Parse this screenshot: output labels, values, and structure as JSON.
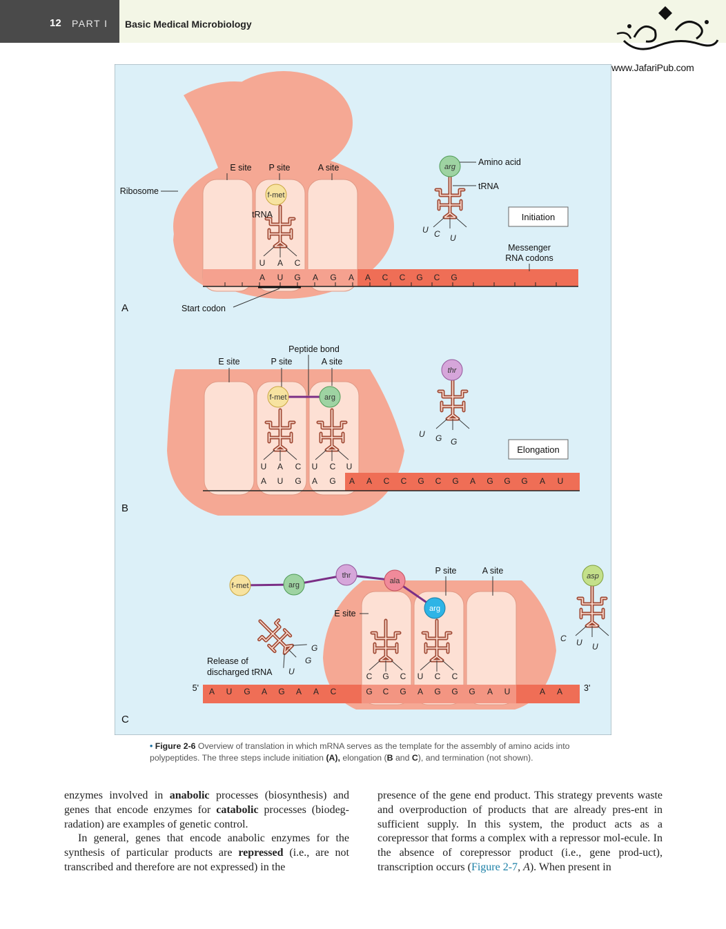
{
  "header": {
    "page_number": "12",
    "part": "PART I",
    "book_title": "Basic Medical Microbiology",
    "watermark_url": "www.JafariPub.com"
  },
  "figure": {
    "panel_a": {
      "letter": "A",
      "sites": [
        "E site",
        "P site",
        "A site"
      ],
      "ribosome_label": "Ribosome",
      "trna_label": "tRNA",
      "amino_acid_label": "Amino acid",
      "trna2_label": "tRNA",
      "step_label": "Initiation",
      "mrna_label": [
        "Messenger",
        "RNA codons"
      ],
      "start_codon_label": "Start codon",
      "p_site_aa": "f-met",
      "incoming_aa": "arg",
      "anticodon": [
        "U",
        "A",
        "C"
      ],
      "incoming_anticodon": [
        "U",
        "C",
        "U"
      ],
      "codons_in_ribosome": [
        "A",
        "U",
        "G"
      ],
      "codons_outside": [
        "A",
        "G",
        "A",
        "A",
        "C",
        "C",
        "G",
        "C",
        "G"
      ]
    },
    "panel_b": {
      "letter": "B",
      "sites": [
        "E site",
        "P site",
        "A site"
      ],
      "peptide_bond_label": "Peptide bond",
      "step_label": "Elongation",
      "p_site_aa": "f-met",
      "a_site_aa": "arg",
      "incoming_aa": "thr",
      "p_anticodon": [
        "U",
        "A",
        "C"
      ],
      "a_anticodon": [
        "U",
        "C",
        "U"
      ],
      "incoming_anticodon": [
        "U",
        "G",
        "G"
      ],
      "codons_in_ribosome": [
        "A",
        "U",
        "G",
        "A",
        "G"
      ],
      "codons_outside": [
        "A",
        "A",
        "C",
        "C",
        "G",
        "C",
        "G",
        "A",
        "G",
        "G",
        "G",
        "A",
        "U"
      ]
    },
    "panel_c": {
      "letter": "C",
      "sites": [
        "E site",
        "P site",
        "A site"
      ],
      "chain": [
        "f-met",
        "arg",
        "thr",
        "ala",
        "arg"
      ],
      "incoming_aa": "asp",
      "incoming_anticodon": [
        "C",
        "U",
        "U"
      ],
      "release_label": [
        "Release of",
        "discharged tRNA"
      ],
      "released_anticodon": [
        "G",
        "G",
        "U"
      ],
      "e_anticodon": [
        "C",
        "G",
        "C"
      ],
      "p_anticodon": [
        "U",
        "C",
        "C"
      ],
      "five_prime": "5'",
      "three_prime": "3'",
      "codons_left": [
        "A",
        "U",
        "G",
        "A",
        "G",
        "A",
        "A",
        "C"
      ],
      "codons_in_ribosome": [
        "G",
        "C",
        "G",
        "A",
        "G",
        "G",
        "G",
        "A",
        "U"
      ],
      "codons_right": [
        "A",
        "A"
      ]
    },
    "caption": {
      "label": "Figure 2-6",
      "text_1": "Overview of translation in which mRNA serves as the template for the assembly of amino acids into polypeptides. The three steps include initiation",
      "a_ref": "(A),",
      "text_2": "elongation (",
      "b_ref": "B",
      "text_3": "and",
      "c_ref": "C",
      "text_4": "), and termination (not shown)."
    }
  },
  "body_text": {
    "left_p1": [
      {
        "t": "enzymes involved in "
      },
      {
        "t": "anabolic",
        "b": true
      },
      {
        "t": " processes (biosynthesis) and genes that encode enzymes for "
      },
      {
        "t": "catabolic",
        "b": true
      },
      {
        "t": " processes (biodeg-radation) are examples of genetic control."
      }
    ],
    "left_p2": [
      {
        "t": "In general, genes that encode anabolic enzymes for the synthesis of particular products are "
      },
      {
        "t": "repressed",
        "b": true
      },
      {
        "t": " (i.e., are not transcribed and therefore are not expressed) in the"
      }
    ],
    "right_p1": [
      {
        "t": "presence of the gene end product. This strategy prevents waste and overproduction of products that are already pres-ent in sufficient supply. In this system, the product acts as a corepressor that forms a complex with a repressor mol-ecule. In the absence of corepressor product (i.e., gene prod-uct), transcription occurs ("
      },
      {
        "t": "Figure 2-7",
        "link": true
      },
      {
        "t": ", "
      },
      {
        "t": "A",
        "i": true
      },
      {
        "t": "). When present in"
      }
    ]
  },
  "colors": {
    "figure_bg": "#dcf0f8",
    "ribosome": "#f5a894",
    "site": "#fde0d4",
    "mrna": "#ef6e56",
    "trna": "#a04a35",
    "peptide_bond": "#7b2f86",
    "fmet": "#f7e3a0",
    "arg": "#9ed3a2",
    "thr": "#d6a6da",
    "ala": "#f08a9a",
    "arg_blue": "#2eb4e6",
    "asp": "#c4e08a"
  }
}
